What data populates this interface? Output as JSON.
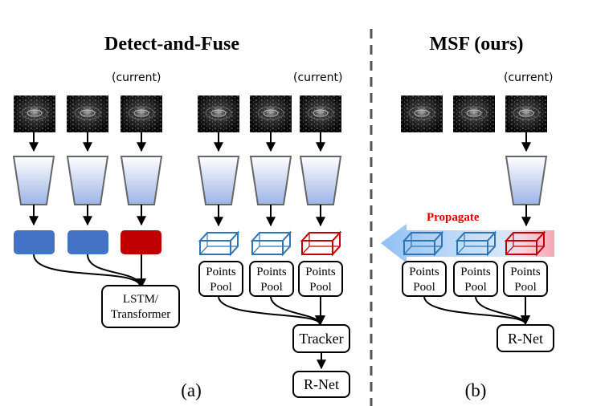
{
  "titles": {
    "left": "Detect-and-Fuse",
    "right": "MSF (ours)"
  },
  "current_label": "(current)",
  "labels": {
    "fusion_line1": "LSTM/",
    "fusion_line2": "Transformer",
    "points": "Points",
    "pool": "Pool",
    "tracker": "Tracker",
    "rnet": "R-Net",
    "propagate": "Propagate"
  },
  "captions": {
    "a": "(a)",
    "b": "(b)"
  },
  "colors": {
    "feature_blue": "#4472c4",
    "feature_red": "#c00000",
    "box_blue": "#2e75b6",
    "box_red": "#c00000",
    "propagate_red": "#e00000"
  },
  "icons": {
    "frame": "point-cloud-frame-icon",
    "encoder": "encoder-trapezoid-icon",
    "box3d": "3d-bounding-box-icon"
  }
}
